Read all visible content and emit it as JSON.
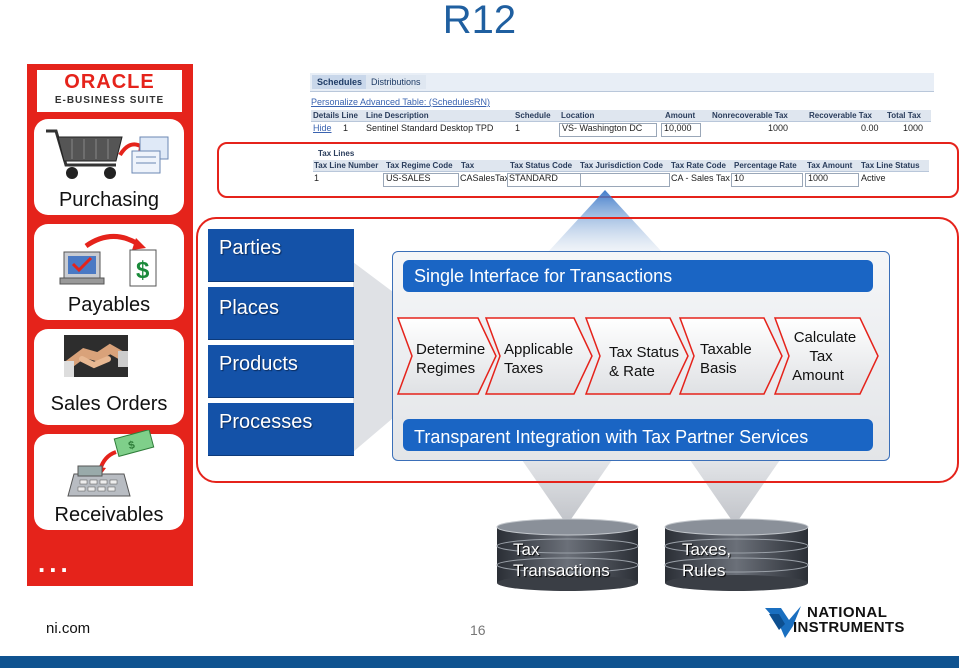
{
  "title": "R12",
  "oracle": {
    "brand": "ORACLE",
    "suite": "E-BUSINESS SUITE"
  },
  "modules": [
    {
      "label": "Purchasing",
      "icon": "shopping-cart-icon"
    },
    {
      "label": "Payables",
      "icon": "computer-invoice-icon"
    },
    {
      "label": "Sales Orders",
      "icon": "handshake-icon"
    },
    {
      "label": "Receivables",
      "icon": "cash-register-icon"
    }
  ],
  "more": "...",
  "screenshot": {
    "tabs": [
      "Schedules",
      "Distributions"
    ],
    "personalize_link": "Personalize Advanced Table: (SchedulesRN)",
    "schedule_headers": [
      "Details Line",
      "Line Description",
      "Schedule",
      "Location",
      "Amount",
      "Nonrecoverable Tax",
      "Recoverable Tax",
      "Total Tax"
    ],
    "schedule_row": {
      "details": "Hide",
      "line": "1",
      "description": "Sentinel Standard Desktop TPD",
      "schedule": "1",
      "location": "VS- Washington DC",
      "amount": "10,000",
      "nonrecoverable": "1000",
      "recoverable": "0.00",
      "total": "1000"
    },
    "tax_lines_label": "Tax Lines",
    "tax_headers": [
      "Tax Line Number",
      "Tax Regime Code",
      "Tax",
      "Tax Status Code",
      "Tax Jurisdiction Code",
      "Tax Rate Code",
      "Percentage Rate",
      "Tax Amount",
      "Tax Line Status"
    ],
    "tax_row": {
      "number": "1",
      "regime": "US-SALES",
      "tax": "CASalesTax",
      "status": "STANDARD",
      "jurisdiction": "",
      "rate_code": "CA - Sales Tax",
      "percent": "10",
      "amount": "1000",
      "line_status": "Active"
    }
  },
  "dimensions": [
    "Parties",
    "Places",
    "Products",
    "Processes"
  ],
  "engine": {
    "top_bar": "Single Interface for Transactions",
    "steps": [
      {
        "line1": "Determine",
        "line2": "Regimes",
        "line3": ""
      },
      {
        "line1": "Applicable",
        "line2": "Taxes",
        "line3": ""
      },
      {
        "line1": "Tax Status",
        "line2": "& Rate",
        "line3": ""
      },
      {
        "line1": "Taxable",
        "line2": "Basis",
        "line3": ""
      },
      {
        "line1": "Calculate",
        "line2": "Tax",
        "line3": "Amount"
      }
    ],
    "bottom_bar": "Transparent Integration with Tax Partner Services"
  },
  "databases": [
    {
      "line1": "Tax",
      "line2": "Transactions"
    },
    {
      "line1": "Taxes,",
      "line2": "Rules"
    }
  ],
  "footer": {
    "site": "ni.com",
    "page": "16",
    "logo_line1": "NATIONAL",
    "logo_line2": "INSTRUMENTS"
  },
  "colors": {
    "accent_red": "#e5231b",
    "title_blue": "#1f5fa0",
    "box_blue": "#1452a8",
    "bar_blue": "#1a65c4",
    "footer_blue": "#0f5390"
  }
}
